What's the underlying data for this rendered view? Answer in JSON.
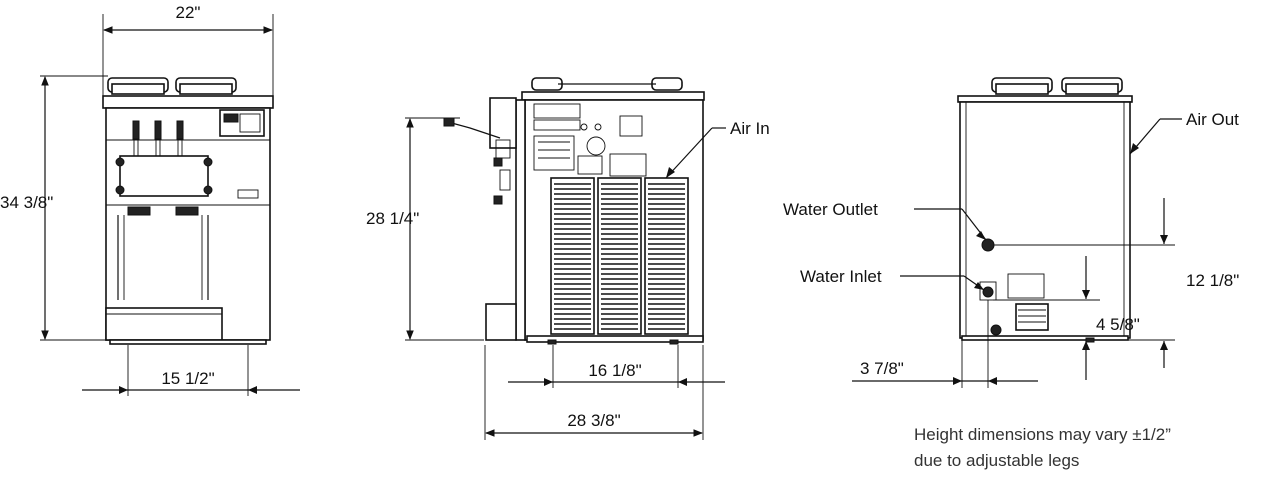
{
  "dimensions": {
    "front_width": "22\"",
    "front_height": "34 3/8\"",
    "front_base": "15 1/2\"",
    "side_height": "28 1/4\"",
    "side_depth_inner": "16 1/8\"",
    "side_depth_total": "28 3/8\"",
    "rear_water_outlet_height": "12 1/8\"",
    "rear_water_inlet_height": "4 5/8\"",
    "rear_inlet_offset": "3 7/8\""
  },
  "labels": {
    "air_in": "Air In",
    "air_out": "Air Out",
    "water_outlet": "Water Outlet",
    "water_inlet": "Water Inlet"
  },
  "note": {
    "line1": "Height dimensions may vary ±1/2”",
    "line2": "due to adjustable legs"
  }
}
